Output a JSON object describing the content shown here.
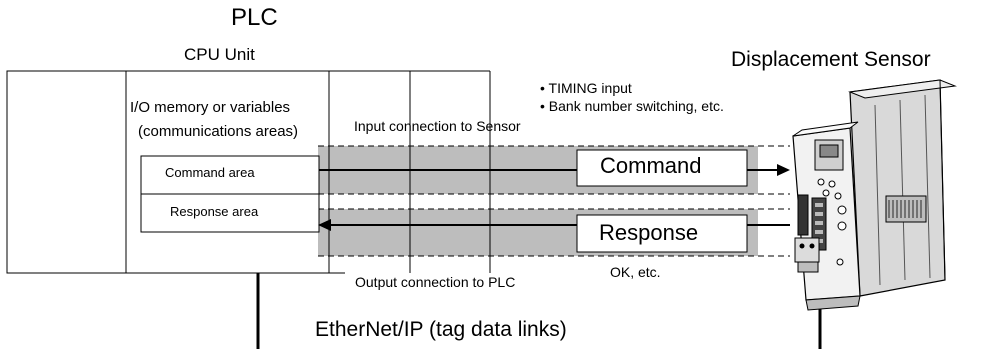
{
  "plc": {
    "title": "PLC",
    "cpu_unit": "CPU Unit",
    "memory_line_1": "I/O memory or variables",
    "memory_line_2": "(communications areas)",
    "command_area": "Command area",
    "response_area": "Response area"
  },
  "sensor": {
    "title": "Displacement Sensor"
  },
  "connections": {
    "input": "Input connection to Sensor",
    "output": "Output connection to PLC",
    "command": "Command",
    "response": "Response",
    "command_notes": [
      "• TIMING input",
      "• Bank number switching, etc."
    ],
    "response_note": "OK, etc."
  },
  "network": {
    "label": "EtherNet/IP (tag data links)"
  },
  "colors": {
    "band": "#bdbdbd",
    "line": "#000000",
    "background": "#ffffff"
  }
}
